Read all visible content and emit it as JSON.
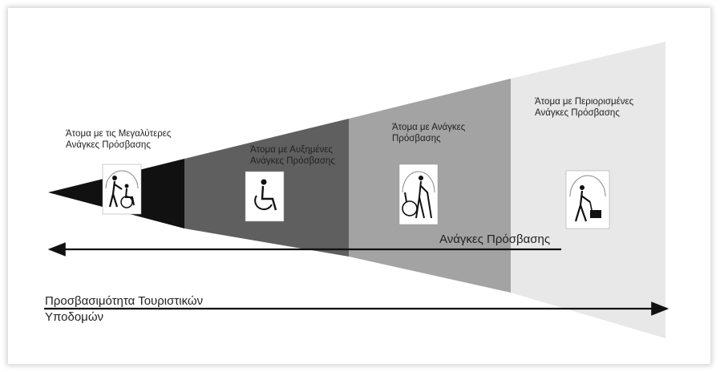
{
  "diagram": {
    "groups": [
      {
        "line1": "Άτομα με τις Μεγαλύτερες",
        "line2": "Ανάγκες Πρόσβασης",
        "icon": "walker-and-wheelchair-icon"
      },
      {
        "line1": "Άτομα με Αυξημένες",
        "line2": "Ανάγκες Πρόσβασης",
        "icon": "wheelchair-icon"
      },
      {
        "line1": "Άτομα με Ανάγκες",
        "line2": "Πρόσβασης",
        "icon": "wheelchair-cane-icon"
      },
      {
        "line1": "Άτομα με Περιορισμένες",
        "line2": "Ανάγκες Πρόσβασης",
        "icon": "person-pushing-cart-icon"
      }
    ],
    "needs_arrow_label": "Ανάγκες Πρόσβασης",
    "accessibility_arrow_label_line1": "Προσβασιμότητα Τουριστικών",
    "accessibility_arrow_label_line2": "Υποδομών",
    "colors": {
      "segment_black": "#111111",
      "segment_dark": "#5f5f5f",
      "segment_mid": "#a3a3a3",
      "segment_light": "#e8e8e8"
    }
  }
}
